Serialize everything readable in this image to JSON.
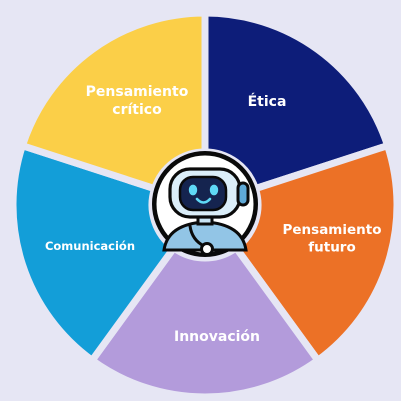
{
  "diagram": {
    "segments": [
      {
        "id": "etica",
        "lines": [
          "Ética"
        ],
        "color": "#0d1d79"
      },
      {
        "id": "pensamiento-futuro",
        "lines": [
          "Pensamiento",
          "futuro"
        ],
        "color": "#ec7126"
      },
      {
        "id": "innovacion",
        "lines": [
          "Innovación"
        ],
        "color": "#b39bdb"
      },
      {
        "id": "comunicacion",
        "lines": [
          "Comunicación"
        ],
        "color": "#139ed8"
      },
      {
        "id": "pensamiento-critico",
        "lines": [
          "Pensamiento",
          "crítico"
        ],
        "color": "#fbcf48"
      }
    ],
    "center_icon": "robot-icon",
    "colors": {
      "background": "#e6e6f4",
      "gap": "#e6e6f4",
      "robot_outline": "#0a0a0a",
      "robot_face": "#15244f",
      "robot_eyes": "#5fd9f6",
      "robot_body": "#92c5e6"
    }
  }
}
